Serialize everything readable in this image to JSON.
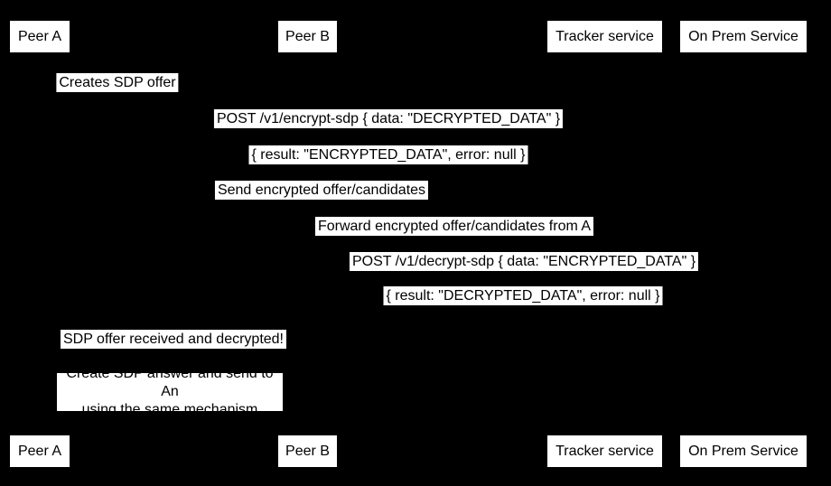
{
  "participants": [
    {
      "label": "Peer A"
    },
    {
      "label": "Peer B"
    },
    {
      "label": "Tracker service"
    },
    {
      "label": "On Prem Service"
    }
  ],
  "messages": [
    {
      "text": "Creates SDP offer"
    },
    {
      "text": "POST /v1/encrypt-sdp { data: \"DECRYPTED_DATA\" }"
    },
    {
      "text": "{ result: \"ENCRYPTED_DATA\", error: null }"
    },
    {
      "text": "Send encrypted offer/candidates"
    },
    {
      "text": "Forward encrypted offer/candidates from A"
    },
    {
      "text": "POST /v1/decrypt-sdp { data: \"ENCRYPTED_DATA\" }"
    },
    {
      "text": "{ result: \"DECRYPTED_DATA\", error: null }"
    },
    {
      "text": "SDP offer received and decrypted!"
    }
  ],
  "note": {
    "line1": "Create SDP answer and send to An",
    "line2": "using the same mechanism"
  },
  "colors": {
    "background": "#000000",
    "box_fill": "#ffffff",
    "text": "#000000"
  }
}
